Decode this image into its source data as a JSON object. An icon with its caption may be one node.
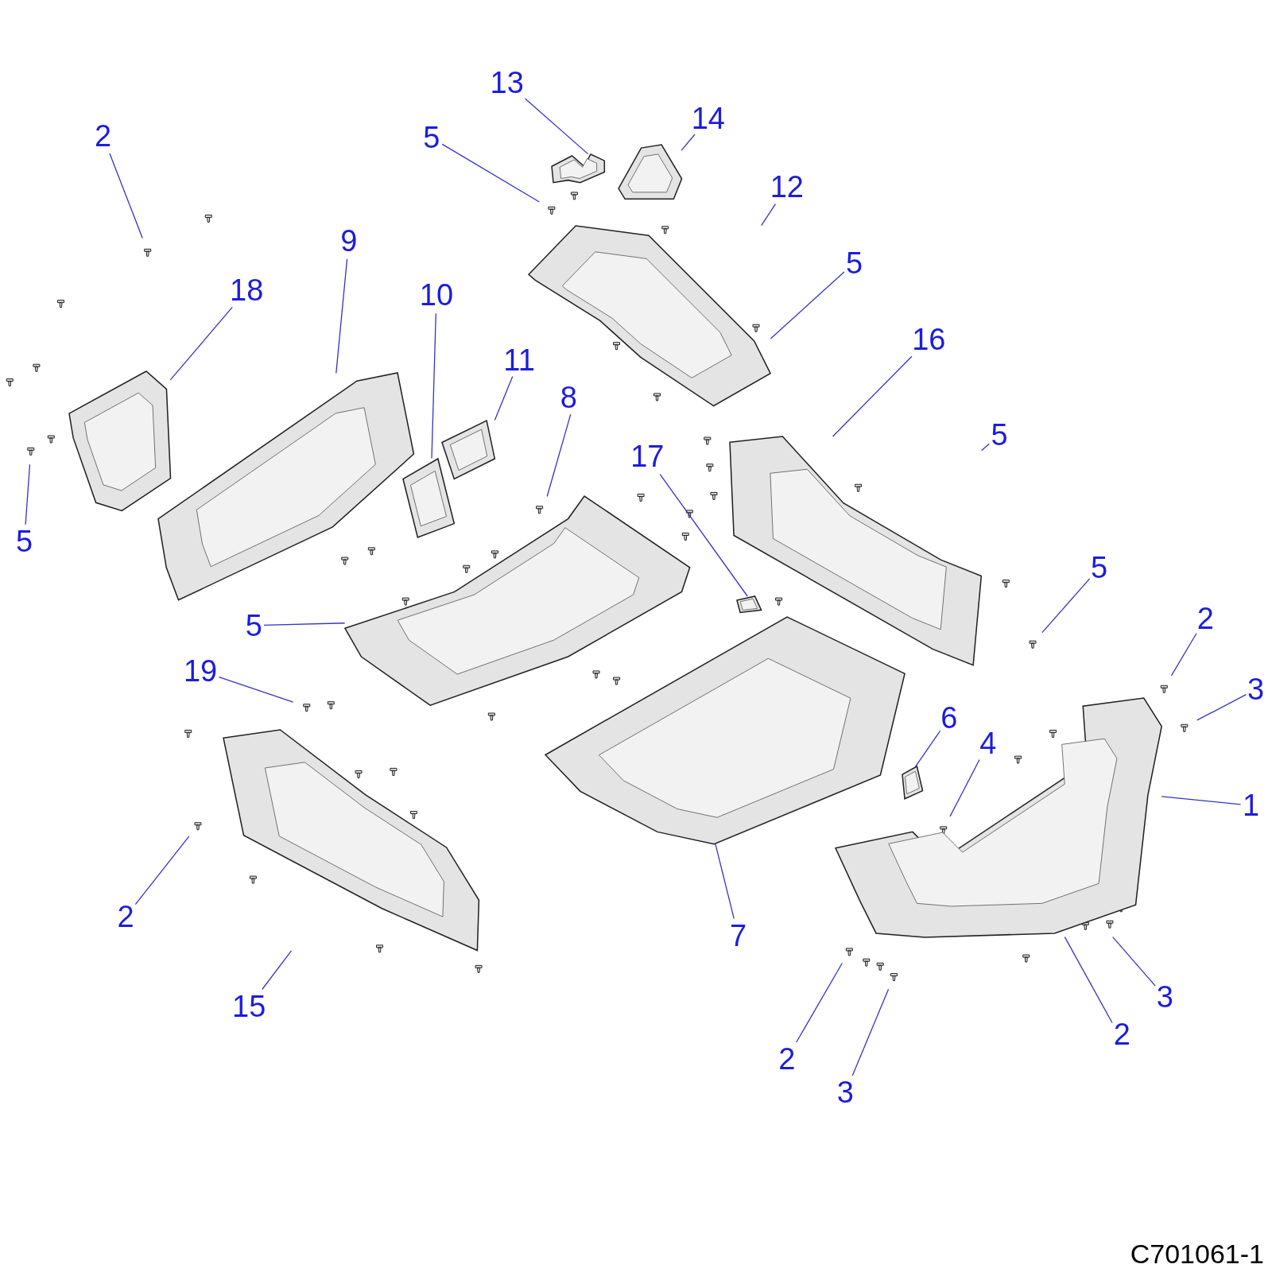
{
  "diagram": {
    "nodes": [
      {
        "text": [
          "13"
        ]
      },
      {
        "text": [
          "14"
        ]
      },
      {
        "text": [
          "2"
        ]
      },
      {
        "text": [
          "5"
        ]
      },
      {
        "text": [
          "12"
        ]
      },
      {
        "text": [
          "9"
        ]
      },
      {
        "text": [
          "18"
        ]
      },
      {
        "text": [
          "10"
        ]
      },
      {
        "text": [
          "11"
        ]
      },
      {
        "text": [
          "5"
        ]
      },
      {
        "text": [
          "16"
        ]
      },
      {
        "text": [
          "8"
        ]
      },
      {
        "text": [
          "17"
        ]
      },
      {
        "text": [
          "5"
        ]
      },
      {
        "text": [
          "5"
        ]
      },
      {
        "text": [
          "5"
        ]
      },
      {
        "text": [
          "2"
        ]
      },
      {
        "text": [
          "5"
        ]
      },
      {
        "text": [
          "19"
        ]
      },
      {
        "text": [
          "3"
        ]
      },
      {
        "text": [
          "6"
        ]
      },
      {
        "text": [
          "4"
        ]
      },
      {
        "text": [
          "1"
        ]
      },
      {
        "text": [
          "2"
        ]
      },
      {
        "text": [
          "7"
        ]
      },
      {
        "text": [
          "15"
        ]
      },
      {
        "text": [
          "2"
        ]
      },
      {
        "text": [
          "3"
        ]
      },
      {
        "text": [
          "2"
        ]
      },
      {
        "text": [
          "3"
        ]
      },
      {
        "text": [],
        "shape": "picture"
      },
      {
        "text": [],
        "shape": "picture"
      },
      {
        "text": [],
        "shape": "picture"
      },
      {
        "text": [],
        "shape": "picture"
      },
      {
        "text": [],
        "shape": "picture"
      },
      {
        "text": [],
        "shape": "picture"
      },
      {
        "text": [],
        "shape": "picture"
      },
      {
        "text": [],
        "shape": "picture"
      },
      {
        "text": [],
        "shape": "picture"
      },
      {
        "text": [],
        "shape": "picture"
      },
      {
        "text": [],
        "shape": "picture"
      },
      {
        "text": [],
        "shape": "picture"
      },
      {
        "text": [],
        "shape": "picture"
      },
      {
        "text": [],
        "shape": "picture"
      }
    ],
    "edges": [
      {
        "from": 0,
        "to": 30,
        "arrow": "none"
      },
      {
        "from": 1,
        "to": 31,
        "arrow": "none"
      },
      {
        "from": 2,
        "to": null,
        "arrow": "none"
      },
      {
        "from": 3,
        "to": null,
        "arrow": "none"
      },
      {
        "from": 4,
        "to": 32,
        "arrow": "none"
      },
      {
        "from": 5,
        "to": 34,
        "arrow": "none"
      },
      {
        "from": 6,
        "to": 33,
        "arrow": "none"
      },
      {
        "from": 7,
        "to": 35,
        "arrow": "none"
      },
      {
        "from": 8,
        "to": 36,
        "arrow": "none"
      },
      {
        "from": 9,
        "to": 32,
        "arrow": "none"
      },
      {
        "from": 10,
        "to": 38,
        "arrow": "none"
      },
      {
        "from": 11,
        "to": 37,
        "arrow": "none"
      },
      {
        "from": 12,
        "to": 39,
        "arrow": "none"
      },
      {
        "from": 13,
        "to": 38,
        "arrow": "none"
      },
      {
        "from": 14,
        "to": null,
        "arrow": "none"
      },
      {
        "from": 15,
        "to": null,
        "arrow": "none"
      },
      {
        "from": 16,
        "to": null,
        "arrow": "none"
      },
      {
        "from": 17,
        "to": 37,
        "arrow": "none"
      },
      {
        "from": 18,
        "to": null,
        "arrow": "none"
      },
      {
        "from": 19,
        "to": null,
        "arrow": "none"
      },
      {
        "from": 20,
        "to": 41,
        "arrow": "none"
      },
      {
        "from": 21,
        "to": null,
        "arrow": "none"
      },
      {
        "from": 22,
        "to": 43,
        "arrow": "none"
      },
      {
        "from": 23,
        "to": null,
        "arrow": "none"
      },
      {
        "from": 24,
        "to": 40,
        "arrow": "none"
      },
      {
        "from": 25,
        "to": 42,
        "arrow": "none"
      },
      {
        "from": 26,
        "to": null,
        "arrow": "none"
      },
      {
        "from": 27,
        "to": 43,
        "arrow": "none"
      },
      {
        "from": 28,
        "to": 43,
        "arrow": "none"
      },
      {
        "from": 29,
        "to": null,
        "arrow": "none"
      }
    ],
    "labels": [
      "C701061-1"
    ]
  }
}
